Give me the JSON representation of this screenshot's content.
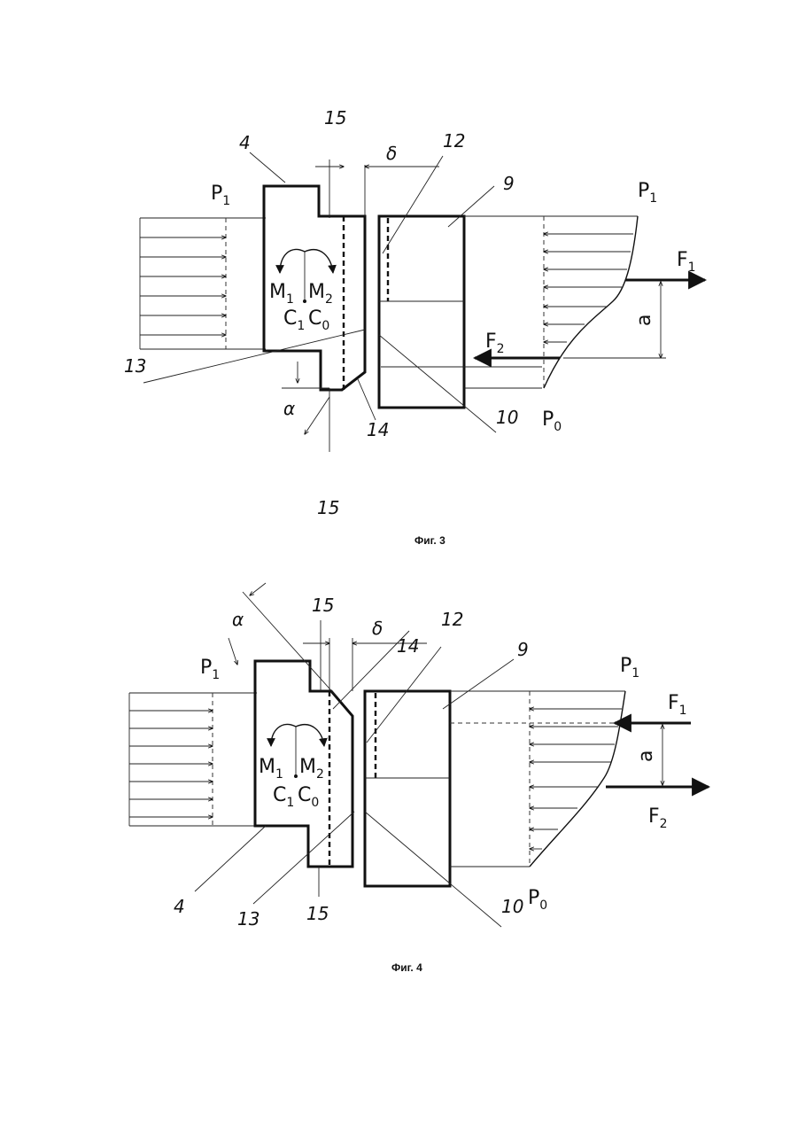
{
  "figures": [
    {
      "caption": "Фиг. 3",
      "ref_labels": {
        "part4": "4",
        "part15_top": "15",
        "part15_bottom": "15",
        "delta": "δ",
        "part12": "12",
        "part9": "9",
        "part13": "13",
        "part14": "14",
        "part10": "10",
        "alpha": "α",
        "dim_a": "a"
      },
      "pressure_labels": {
        "left": "P",
        "left_sub": "1",
        "right": "P",
        "right_sub": "1",
        "bottom": "P",
        "bottom_sub": "0"
      },
      "force_labels": {
        "f1": "F",
        "f1_sub": "1",
        "f2": "F",
        "f2_sub": "2"
      },
      "moment_labels": {
        "m1": "M",
        "m1_sub": "1",
        "m2": "M",
        "m2_sub": "2"
      },
      "center_labels": {
        "c1": "C",
        "c1_sub": "1",
        "c0": "C",
        "c0_sub": "0"
      }
    },
    {
      "caption": "Фиг. 4",
      "ref_labels": {
        "part4": "4",
        "part15_top": "15",
        "part15_bottom": "15",
        "delta": "δ",
        "part12": "12",
        "part9": "9",
        "part13": "13",
        "part14": "14",
        "part10": "10",
        "alpha": "α",
        "dim_a": "a"
      },
      "pressure_labels": {
        "left": "P",
        "left_sub": "1",
        "right": "P",
        "right_sub": "1",
        "bottom": "P",
        "bottom_sub": "0"
      },
      "force_labels": {
        "f1": "F",
        "f1_sub": "1",
        "f2": "F",
        "f2_sub": "2"
      },
      "moment_labels": {
        "m1": "M",
        "m1_sub": "1",
        "m2": "M",
        "m2_sub": "2"
      },
      "center_labels": {
        "c1": "C",
        "c1_sub": "1",
        "c0": "C",
        "c0_sub": "0"
      }
    }
  ]
}
